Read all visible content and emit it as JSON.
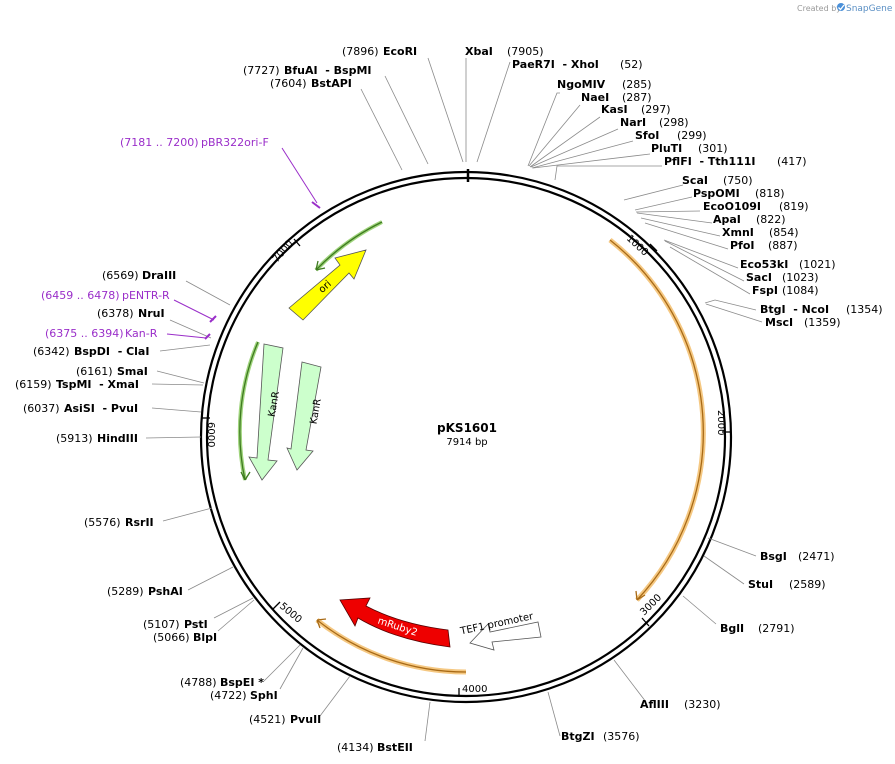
{
  "app": {
    "credit_prefix": "Created by",
    "credit_brand": "SnapGene"
  },
  "plasmid": {
    "name": "pKS1601",
    "length_label": "7914 bp"
  },
  "ticks": [
    "1000",
    "2000",
    "3000",
    "4000",
    "5000",
    "6000",
    "7000"
  ],
  "enzymes": [
    {
      "name": "EcoRI",
      "pos": "(7896)"
    },
    {
      "name": "XbaI",
      "pos": "(7905)"
    },
    {
      "name": "PaeR7I  - XhoI",
      "pos": "(52)"
    },
    {
      "name": "BfuAI  - BspMI",
      "pos": "(7727)"
    },
    {
      "name": "BstAPI",
      "pos": "(7604)"
    },
    {
      "name": "NgoMIV",
      "pos": "(285)"
    },
    {
      "name": "NaeI",
      "pos": "(287)"
    },
    {
      "name": "KasI",
      "pos": "(297)"
    },
    {
      "name": "NarI",
      "pos": "(298)"
    },
    {
      "name": "SfoI",
      "pos": "(299)"
    },
    {
      "name": "PluTI",
      "pos": "(301)"
    },
    {
      "name": "PflFI  - Tth111I",
      "pos": "(417)"
    },
    {
      "name": "ScaI",
      "pos": "(750)"
    },
    {
      "name": "PspOMI",
      "pos": "(818)"
    },
    {
      "name": "EcoO109I",
      "pos": "(819)"
    },
    {
      "name": "ApaI",
      "pos": "(822)"
    },
    {
      "name": "XmnI",
      "pos": "(854)"
    },
    {
      "name": "PfoI",
      "pos": "(887)"
    },
    {
      "name": "Eco53kI",
      "pos": "(1021)"
    },
    {
      "name": "SacI",
      "pos": "(1023)"
    },
    {
      "name": "FspI",
      "pos": "(1084)"
    },
    {
      "name": "BtgI  - NcoI",
      "pos": "(1354)"
    },
    {
      "name": "MscI",
      "pos": "(1359)"
    },
    {
      "name": "BsgI",
      "pos": "(2471)"
    },
    {
      "name": "StuI",
      "pos": "(2589)"
    },
    {
      "name": "BglI",
      "pos": "(2791)"
    },
    {
      "name": "AflIII",
      "pos": "(3230)"
    },
    {
      "name": "BtgZI",
      "pos": "(3576)"
    },
    {
      "name": "BstEII",
      "pos": "(4134)"
    },
    {
      "name": "PvuII",
      "pos": "(4521)"
    },
    {
      "name": "SphI",
      "pos": "(4722)"
    },
    {
      "name": "BspEI *",
      "pos": "(4788)"
    },
    {
      "name": "BlpI",
      "pos": "(5066)"
    },
    {
      "name": "PstI",
      "pos": "(5107)"
    },
    {
      "name": "PshAI",
      "pos": "(5289)"
    },
    {
      "name": "RsrII",
      "pos": "(5576)"
    },
    {
      "name": "HindIII",
      "pos": "(5913)"
    },
    {
      "name": "AsiSI  - PvuI",
      "pos": "(6037)"
    },
    {
      "name": "TspMI  - XmaI",
      "pos": "(6159)"
    },
    {
      "name": "SmaI",
      "pos": "(6161)"
    },
    {
      "name": "BspDI  - ClaI",
      "pos": "(6342)"
    },
    {
      "name": "NruI",
      "pos": "(6378)"
    },
    {
      "name": "DraIII",
      "pos": "(6569)"
    }
  ],
  "primers": [
    {
      "range": "(7181 .. 7200)",
      "name": "pBR322ori-F"
    },
    {
      "range": "(6459 .. 6478)",
      "name": "pENTR-R"
    },
    {
      "range": "(6375 .. 6394)",
      "name": "Kan-R"
    }
  ],
  "features": [
    {
      "name": "ori",
      "color": "#ffff00"
    },
    {
      "name": "KanR",
      "color": "#ccffcc"
    },
    {
      "name": "KanR",
      "color": "#ccffcc"
    },
    {
      "name": "mRuby2",
      "color": "#ee0000"
    },
    {
      "name": "TEF1 promoter",
      "color": "#ffffff"
    }
  ],
  "colors": {
    "primer": "#9a2ec9",
    "orf_arc": "#f5c882",
    "kan_arc": "#6cb33f"
  }
}
